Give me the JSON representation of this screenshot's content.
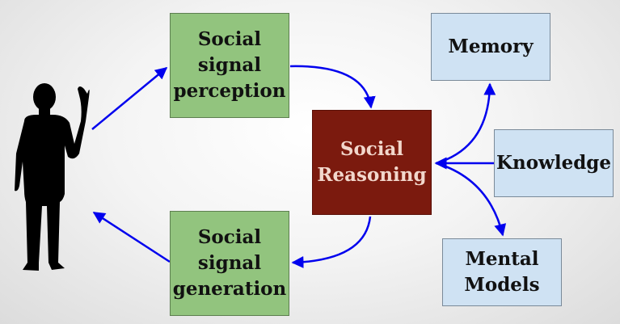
{
  "nodes": {
    "perception": {
      "lines": [
        "Social",
        "signal",
        "perception"
      ]
    },
    "generation": {
      "lines": [
        "Social",
        "signal",
        "generation"
      ]
    },
    "reasoning": {
      "lines": [
        "Social",
        "Reasoning"
      ]
    },
    "memory": {
      "lines": [
        "Memory"
      ]
    },
    "knowledge": {
      "lines": [
        "Knowledge"
      ]
    },
    "mental": {
      "lines": [
        "Mental",
        "Models"
      ]
    }
  },
  "colors": {
    "perception_fill": "#92c47e",
    "reasoning_fill": "#7b1a0e",
    "storage_fill": "#cfe2f3",
    "arrow": "#0000ee",
    "person": "#000000"
  },
  "icons": {
    "person": "person-waving-silhouette-icon"
  }
}
